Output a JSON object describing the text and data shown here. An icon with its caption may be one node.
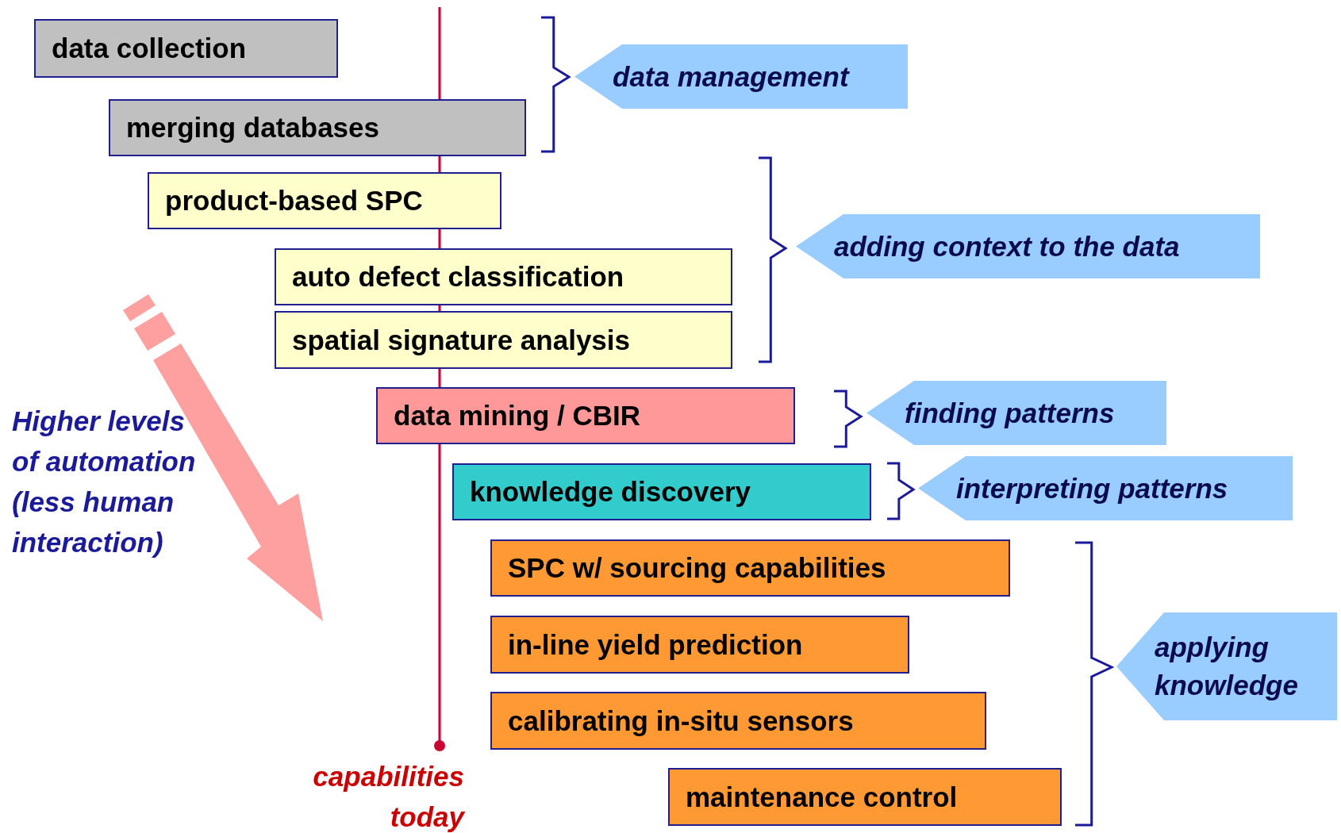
{
  "diagram": {
    "nodes": [
      {
        "text": [
          "data collection"
        ]
      },
      {
        "text": [
          "merging databases"
        ]
      },
      {
        "text": [
          "product-based SPC"
        ]
      },
      {
        "text": [
          "auto defect classification"
        ]
      },
      {
        "text": [
          "spatial signature analysis"
        ]
      },
      {
        "text": [
          "data mining / CBIR"
        ]
      },
      {
        "text": [
          "knowledge discovery"
        ]
      },
      {
        "text": [
          "SPC w/ sourcing capabilities"
        ]
      },
      {
        "text": [
          "in-line yield prediction"
        ]
      },
      {
        "text": [
          "calibrating in-situ sensors"
        ]
      },
      {
        "text": [
          "maintenance control"
        ]
      },
      {
        "text": [
          "data management"
        ]
      },
      {
        "text": [
          "adding context to the data"
        ]
      },
      {
        "text": [
          "finding patterns"
        ]
      },
      {
        "text": [
          "interpreting patterns"
        ]
      },
      {
        "text": [
          "applying knowledge"
        ]
      }
    ],
    "labels": [
      "Higher levels of automation (less human interaction)",
      "capabilities today"
    ]
  }
}
